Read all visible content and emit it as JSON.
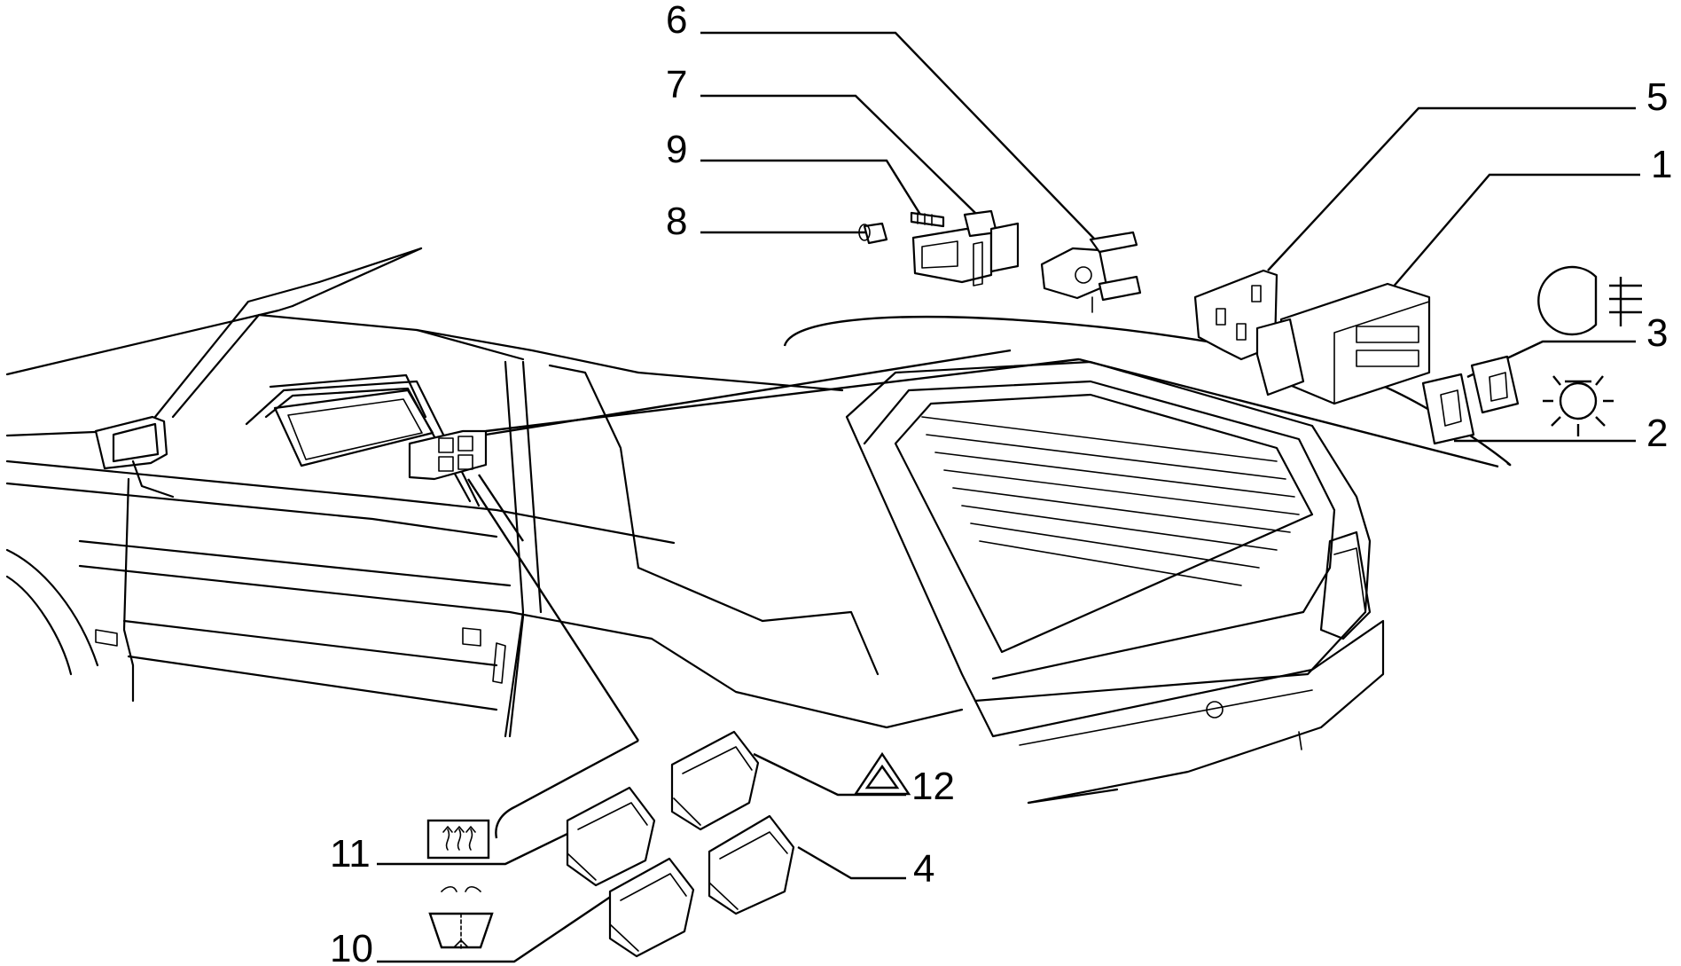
{
  "callouts": {
    "c1": "1",
    "c2": "2",
    "c3": "3",
    "c4": "4",
    "c5": "5",
    "c6": "6",
    "c7": "7",
    "c8": "8",
    "c9": "9",
    "c10": "10",
    "c11": "11",
    "c12": "12"
  },
  "icons": {
    "c2": "dome-light-icon",
    "c3": "rear-fog-light-icon",
    "c10": "windscreen-washer-icon",
    "c11": "heated-rear-window-icon",
    "c12": "hazard-warning-icon"
  }
}
